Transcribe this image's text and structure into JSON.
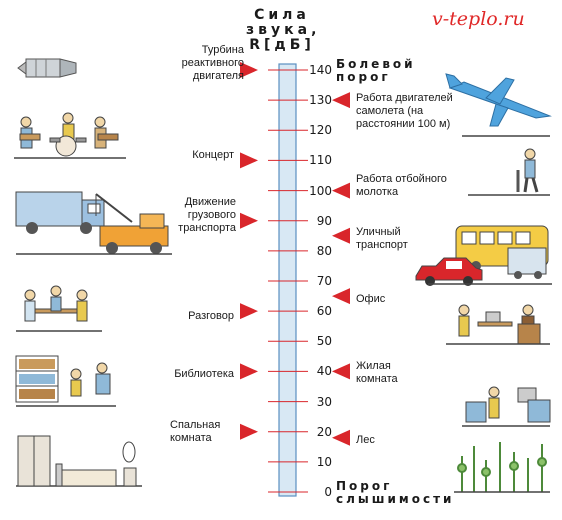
{
  "watermark": "v-teplo.ru",
  "title": "Сила звука, R[дБ]",
  "scale": {
    "min": 0,
    "max": 140,
    "step": 10,
    "labels": [
      "0",
      "10",
      "20",
      "30",
      "40",
      "50",
      "60",
      "70",
      "80",
      "90",
      "100",
      "110",
      "120",
      "130",
      "140"
    ]
  },
  "thresholds": {
    "pain": "Болевой порог",
    "hearing": "Порог слышимости"
  },
  "left_sources": [
    {
      "label": "Турбина реактивного двигателя",
      "db": 140
    },
    {
      "label": "Концерт",
      "db": 110
    },
    {
      "label": "Движение грузового транспорта",
      "db": 90
    },
    {
      "label": "Разговор",
      "db": 60
    },
    {
      "label": "Библиотека",
      "db": 40
    },
    {
      "label": "Спальная комната",
      "db": 20
    }
  ],
  "right_sources": [
    {
      "label": "Работа двигателей самолета (на расстоянии 100 м)",
      "db": 130
    },
    {
      "label": "Работа отбойного молотка",
      "db": 100
    },
    {
      "label": "Уличный транспорт",
      "db": 85
    },
    {
      "label": "Офис",
      "db": 65
    },
    {
      "label": "Жилая комната",
      "db": 40
    },
    {
      "label": "Лес",
      "db": 18
    }
  ],
  "colors": {
    "accent": "#d9262b",
    "scale_fill": "#d8e8f4",
    "scale_border": "#5a8fc0",
    "plane": "#4fa3dd"
  }
}
